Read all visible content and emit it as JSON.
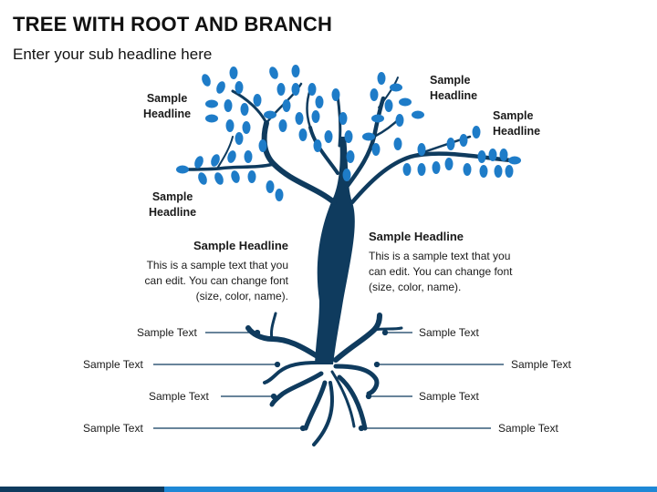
{
  "title": "TREE WITH ROOT AND BRANCH",
  "subtitle": "Enter your sub headline here",
  "branch_labels": {
    "upper_left": [
      "Sample",
      "Headline"
    ],
    "lower_left": [
      "Sample",
      "Headline"
    ],
    "top_right": [
      "Sample",
      "Headline"
    ],
    "right": [
      "Sample",
      "Headline"
    ]
  },
  "text_blocks": {
    "left": {
      "title": "Sample Headline",
      "lines": [
        "This is a sample text that you",
        "can edit. You can change font",
        "(size, color, name)."
      ]
    },
    "right": {
      "title": "Sample Headline",
      "lines": [
        "This is a sample text that you",
        "can edit. You can change font",
        "(size, color, name)."
      ]
    }
  },
  "root_labels": {
    "left": [
      "Sample Text",
      "Sample Text",
      "Sample Text",
      "Sample Text"
    ],
    "right": [
      "Sample Text",
      "Sample Text",
      "Sample Text",
      "Sample Text"
    ]
  },
  "colors": {
    "trunk": "#0f3b5e",
    "leaf": "#1e7cc8",
    "footer_dark": "#0f3b5e",
    "footer_light": "#1e88d6"
  }
}
